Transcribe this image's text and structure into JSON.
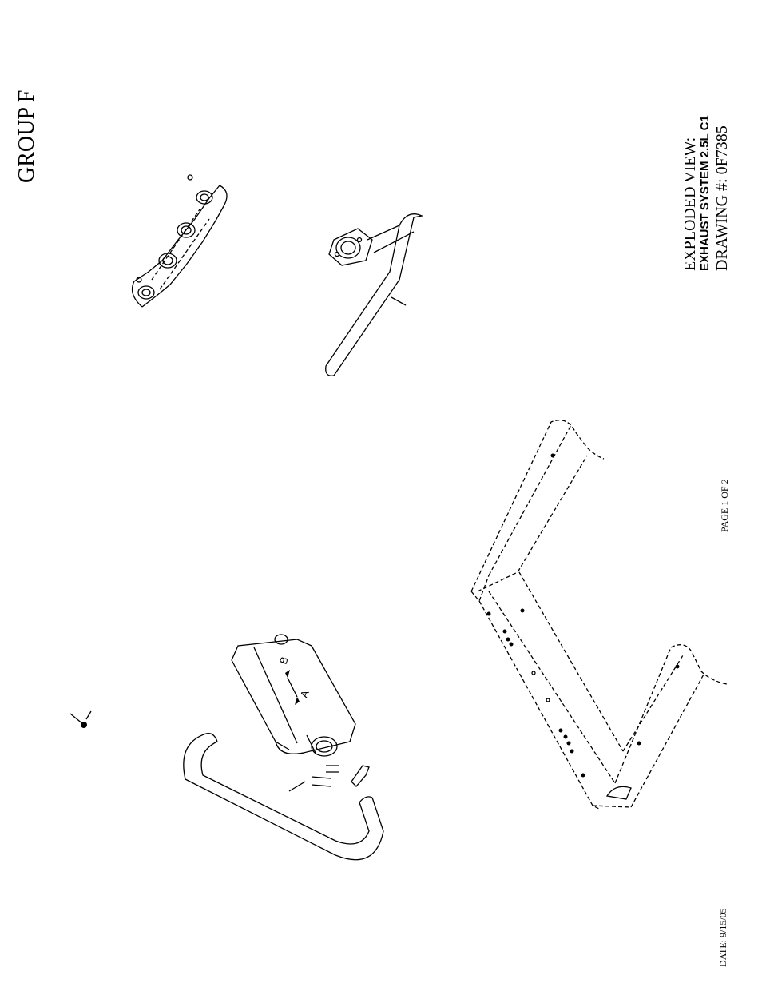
{
  "header": {
    "group": "GROUP F"
  },
  "title_block": {
    "line1": "EXPLODED VIEW:",
    "line2": "EXHAUST SYSTEM 2.5L C1",
    "line3": "DRAWING #: 0F7385"
  },
  "footer": {
    "page": "PAGE 1 OF 2",
    "date": "DATE:  9/15/05"
  },
  "muffler": {
    "label_a": "A",
    "label_b": "B"
  }
}
